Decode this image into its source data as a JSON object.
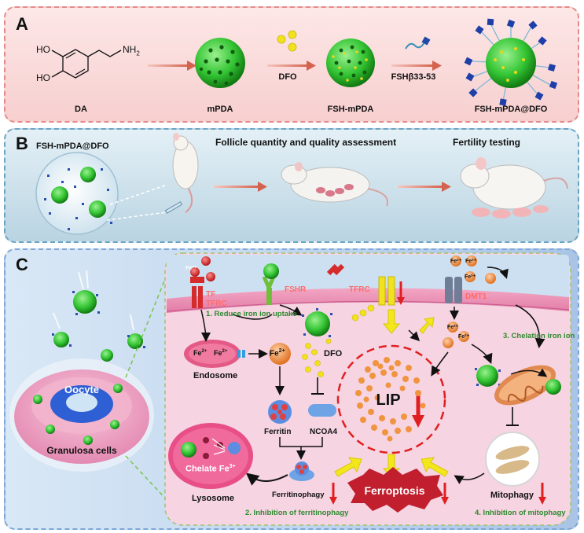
{
  "panelA": {
    "label": "A",
    "items": [
      "DA",
      "mPDA",
      "FSH-mPDA",
      "FSH-mPDA@DFO"
    ],
    "arrow_labels": [
      "DFO",
      "FSHβ33-53"
    ],
    "formula": {
      "oh1": "HO",
      "oh2": "HO",
      "nh2": "NH",
      "sub": "2"
    }
  },
  "panelB": {
    "label": "B",
    "titles": [
      "FSH-mPDA@DFO",
      "Follicle quantity and quality assessment",
      "Fertility testing"
    ]
  },
  "panelC": {
    "label": "C",
    "cell_labels": [
      "Oocyte",
      "Granulosa cells"
    ],
    "receptors": [
      "TF",
      "TFRC",
      "FSHR",
      "TFRC",
      "DMT1"
    ],
    "steps": [
      "1. Reduce iron ion uptake",
      "2. Inhibition of ferritinophagy",
      "3. Chelation iron ion",
      "4. Inhibition of mitophagy"
    ],
    "labels": {
      "endosome": "Endosome",
      "fe2": "Fe",
      "fe_sup": "2+",
      "dfo": "DFO",
      "ferritin": "Ferritin",
      "ncoa4": "NCOA4",
      "chelate": "Chelate Fe",
      "fe3_sup": "3+",
      "lysosome": "Lysosome",
      "ferritinophagy": "Ferritinophagy",
      "lip": "LIP",
      "ferroptosis": "Ferroptosis",
      "mitophagy": "Mitophagy",
      "fe_ion": "Fe²⁺",
      "fe_ion3": "Fe³⁺"
    }
  },
  "colors": {
    "green_label": "#2f8a2f",
    "arrow_red": "#e02020",
    "arrow_yellow": "#f3e61a",
    "nano_green": "#3cc43c"
  }
}
